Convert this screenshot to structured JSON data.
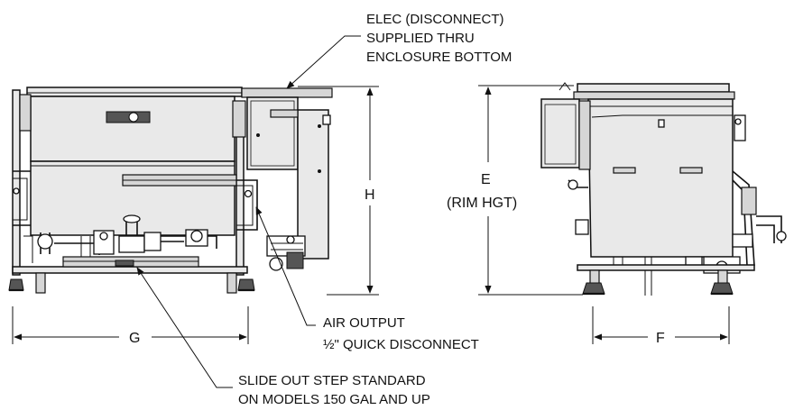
{
  "callouts": {
    "elec_line1": "ELEC (DISCONNECT)",
    "elec_line2": "SUPPLIED THRU",
    "elec_line3": "ENCLOSURE BOTTOM",
    "air_line1": "AIR OUTPUT",
    "air_line2": "½\" QUICK DISCONNECT",
    "step_line1": "SLIDE OUT STEP STANDARD",
    "step_line2": "ON MODELS 150 GAL AND UP"
  },
  "dimensions": {
    "g": "G",
    "h": "H",
    "e": "E",
    "e_note": "(RIM HGT)",
    "f": "F"
  },
  "colors": {
    "line": "#111111",
    "steel_fill": "#e9e9e9",
    "background": "#ffffff"
  }
}
